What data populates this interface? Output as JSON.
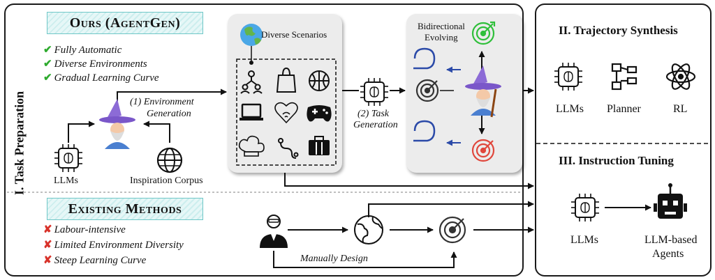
{
  "panels": {
    "task_preparation": "I. Task Preparation",
    "trajectory_synthesis": "II. Trajectory Synthesis",
    "instruction_tuning": "III. Instruction Tuning"
  },
  "ours": {
    "title": "Ours (AgentGen)",
    "features": [
      {
        "mark": "✔",
        "text": "Fully Automatic"
      },
      {
        "mark": "✔",
        "text": "Diverse Environments"
      },
      {
        "mark": "✔",
        "text": "Gradual Learning Curve"
      }
    ],
    "llms_label": "LLMs",
    "inspiration_label": "Inspiration Corpus",
    "env_gen_label_1": "(1) Environment",
    "env_gen_label_2": "Generation",
    "diverse_scenarios": "Diverse Scenarios",
    "task_gen_label_1": "(2) Task",
    "task_gen_label_2": "Generation",
    "bidirectional_1": "Bidirectional",
    "bidirectional_2": "Evolving"
  },
  "existing": {
    "title": "Existing Methods",
    "features": [
      {
        "mark": "✘",
        "text": "Labour-intensive"
      },
      {
        "mark": "✘",
        "text": "Limited Environment Diversity"
      },
      {
        "mark": "✘",
        "text": "Steep Learning Curve"
      }
    ],
    "manual_label": "Manually Design"
  },
  "trajectory": {
    "items": [
      "LLMs",
      "Planner",
      "RL"
    ]
  },
  "tuning": {
    "llms_label": "LLMs",
    "agents_label_1": "LLM-based",
    "agents_label_2": "Agents"
  },
  "colors": {
    "check": "#2eaa2e",
    "cross": "#d8322a",
    "banner_border": "#6fc7c7",
    "target_green": "#2fbf3a",
    "target_red": "#e0473c",
    "evolve_blue": "#2b4aa8"
  }
}
